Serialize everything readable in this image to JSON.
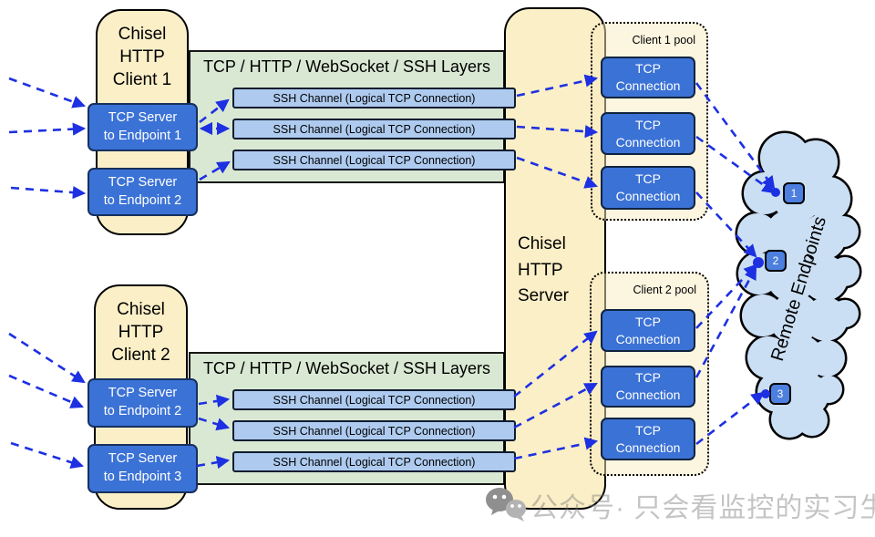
{
  "clients": {
    "client1": {
      "title": "Chisel\nHTTP\nClient 1",
      "servers": [
        {
          "label": "TCP Server\nto Endpoint 1"
        },
        {
          "label": "TCP Server\nto Endpoint 2"
        }
      ]
    },
    "client2": {
      "title": "Chisel\nHTTP\nClient 2",
      "servers": [
        {
          "label": "TCP Server\nto Endpoint 2"
        },
        {
          "label": "TCP Server\nto Endpoint 3"
        }
      ]
    }
  },
  "layers_band": {
    "title": "TCP / HTTP / WebSocket / SSH Layers",
    "channel_label": "SSH Channel (Logical TCP Connection)"
  },
  "server": {
    "title": "Chisel\nHTTP\nServer"
  },
  "pools": {
    "pool1": {
      "label": "Client 1 pool",
      "connection_label": "TCP\nConnection"
    },
    "pool2": {
      "label": "Client 2 pool",
      "connection_label": "TCP\nConnection"
    }
  },
  "cloud": {
    "label": "Remote Endpoints",
    "endpoints": [
      "1",
      "2",
      "3"
    ]
  },
  "watermark": {
    "text": "公众号· 只会看监控的实习生"
  },
  "colors": {
    "cream": "#FBEFC7",
    "band_green": "#D9E8D3",
    "box_blue": "#3B72D6",
    "channel_blue": "#AECBEF",
    "endpoint_blue": "#4C7FDE",
    "cloud_blue": "#CBDFF4",
    "arrow_blue": "#1D30E2",
    "watermark_gray": "#9a9a9a"
  }
}
